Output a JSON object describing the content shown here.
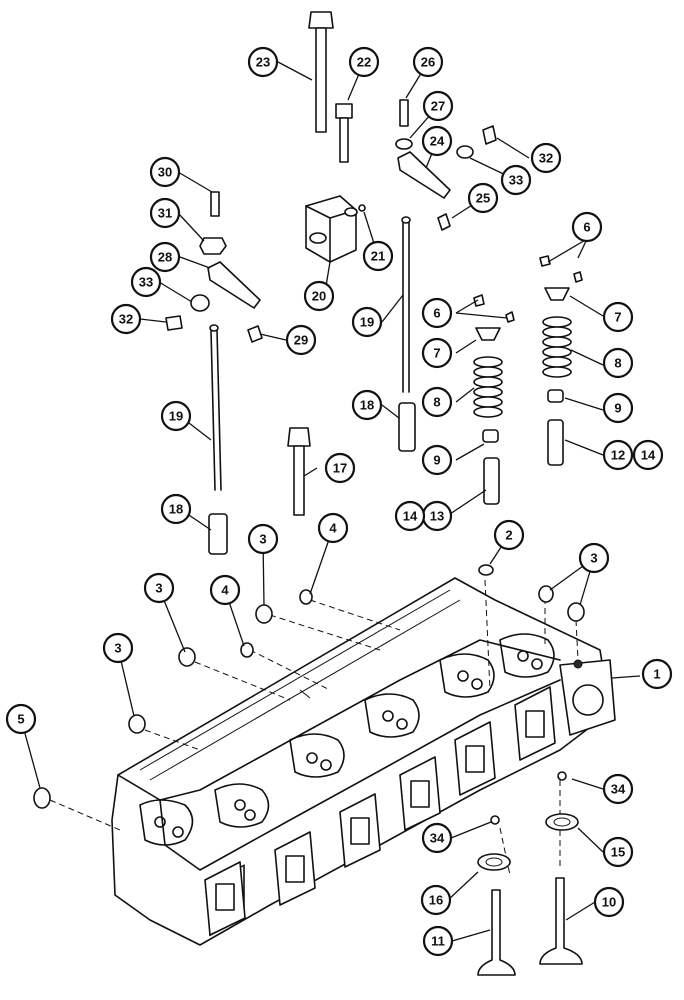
{
  "diagram": {
    "callouts": [
      {
        "id": "c1",
        "label": "1"
      },
      {
        "id": "c2",
        "label": "2"
      },
      {
        "id": "c3a",
        "label": "3"
      },
      {
        "id": "c3b",
        "label": "3"
      },
      {
        "id": "c3c",
        "label": "3"
      },
      {
        "id": "c3d",
        "label": "3"
      },
      {
        "id": "c4a",
        "label": "4"
      },
      {
        "id": "c4b",
        "label": "4"
      },
      {
        "id": "c5",
        "label": "5"
      },
      {
        "id": "c6a",
        "label": "6"
      },
      {
        "id": "c6b",
        "label": "6"
      },
      {
        "id": "c7a",
        "label": "7"
      },
      {
        "id": "c7b",
        "label": "7"
      },
      {
        "id": "c8a",
        "label": "8"
      },
      {
        "id": "c8b",
        "label": "8"
      },
      {
        "id": "c9a",
        "label": "9"
      },
      {
        "id": "c9b",
        "label": "9"
      },
      {
        "id": "c10",
        "label": "10"
      },
      {
        "id": "c11",
        "label": "11"
      },
      {
        "id": "c12",
        "label": "12"
      },
      {
        "id": "c13",
        "label": "13"
      },
      {
        "id": "c14a",
        "label": "14"
      },
      {
        "id": "c14b",
        "label": "14"
      },
      {
        "id": "c15",
        "label": "15"
      },
      {
        "id": "c16",
        "label": "16"
      },
      {
        "id": "c17",
        "label": "17"
      },
      {
        "id": "c18a",
        "label": "18"
      },
      {
        "id": "c18b",
        "label": "18"
      },
      {
        "id": "c19a",
        "label": "19"
      },
      {
        "id": "c19b",
        "label": "19"
      },
      {
        "id": "c20",
        "label": "20"
      },
      {
        "id": "c21",
        "label": "21"
      },
      {
        "id": "c22",
        "label": "22"
      },
      {
        "id": "c23",
        "label": "23"
      },
      {
        "id": "c24",
        "label": "24"
      },
      {
        "id": "c25",
        "label": "25"
      },
      {
        "id": "c26",
        "label": "26"
      },
      {
        "id": "c27",
        "label": "27"
      },
      {
        "id": "c28",
        "label": "28"
      },
      {
        "id": "c29",
        "label": "29"
      },
      {
        "id": "c30",
        "label": "30"
      },
      {
        "id": "c31",
        "label": "31"
      },
      {
        "id": "c32a",
        "label": "32"
      },
      {
        "id": "c32b",
        "label": "32"
      },
      {
        "id": "c33a",
        "label": "33"
      },
      {
        "id": "c33b",
        "label": "33"
      },
      {
        "id": "c34a",
        "label": "34"
      },
      {
        "id": "c34b",
        "label": "34"
      }
    ]
  }
}
